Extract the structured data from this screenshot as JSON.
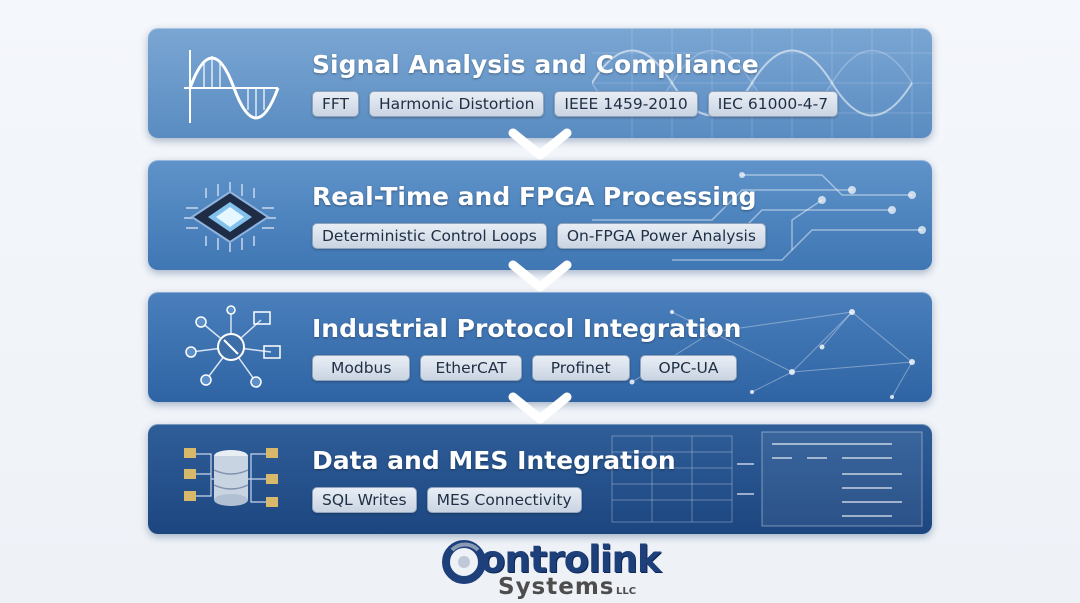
{
  "stages": [
    {
      "title": "Signal Analysis and Compliance",
      "tags": [
        "FFT",
        "Harmonic Distortion",
        "IEEE 1459-2010",
        "IEC 61000-4-7"
      ]
    },
    {
      "title": "Real-Time and FPGA Processing",
      "tags": [
        "Deterministic Control Loops",
        "On-FPGA Power Analysis"
      ]
    },
    {
      "title": "Industrial Protocol Integration",
      "tags": [
        "Modbus",
        "EtherCAT",
        "Profinet",
        "OPC-UA"
      ]
    },
    {
      "title": "Data and MES Integration",
      "tags": [
        "SQL Writes",
        "MES Connectivity"
      ]
    }
  ],
  "icons": [
    "sine-wave-icon",
    "fpga-chip-icon",
    "network-hub-icon",
    "database-icon"
  ],
  "logo": {
    "main": "ontrolink",
    "sub": "Systems",
    "suffix": "LLC"
  },
  "colors": {
    "accent": "#1d3f7a",
    "tag_bg": "#d9e1ec",
    "chevron": "#ffffff"
  }
}
